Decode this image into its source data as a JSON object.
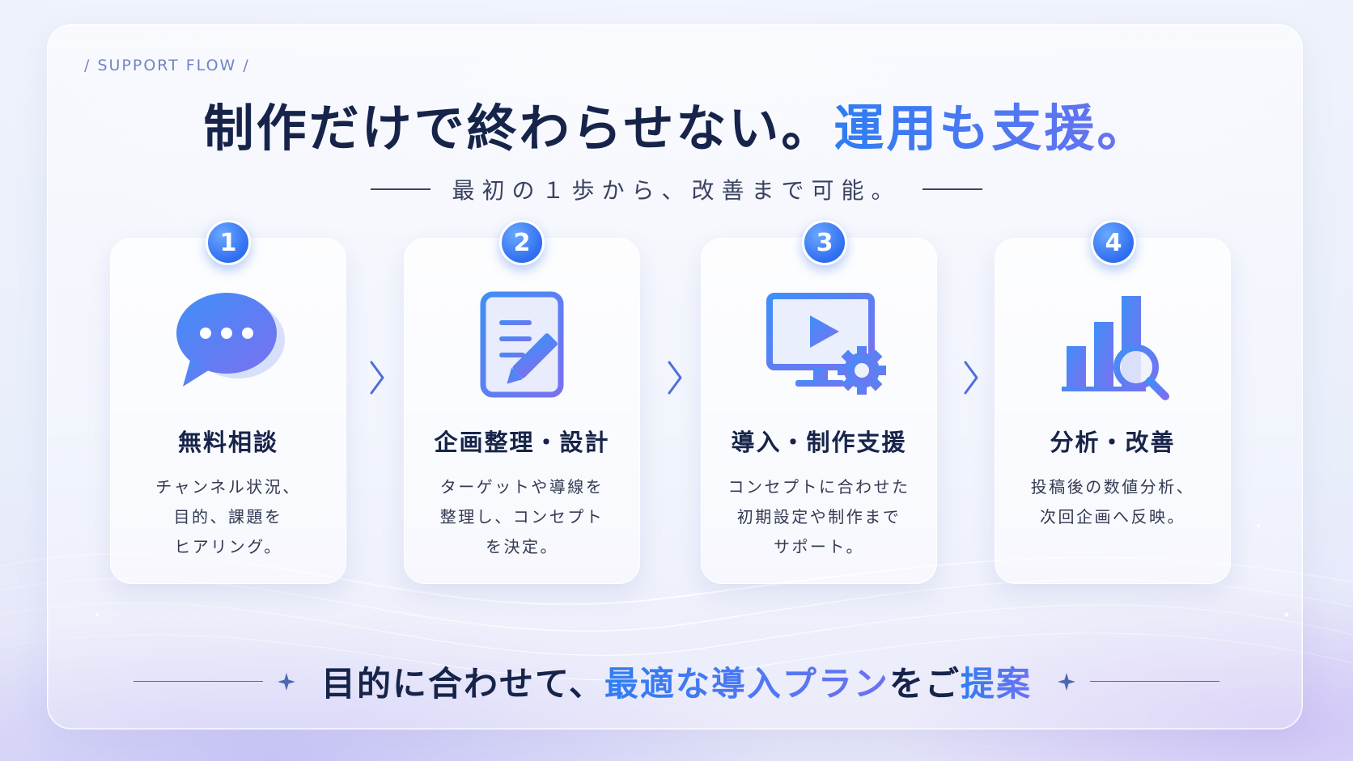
{
  "eyebrow": "/  SUPPORT FLOW  /",
  "headline": {
    "main": "制作だけで終わらせない。",
    "accent": "運用も支援。"
  },
  "subheadline": "最初の１歩から、改善まで可能。",
  "steps": [
    {
      "number": "1",
      "title": "無料相談",
      "icon": "chat-bubble-icon",
      "desc": [
        "チャンネル状況、",
        "目的、課題を",
        "ヒアリング。"
      ]
    },
    {
      "number": "2",
      "title": "企画整理・設計",
      "icon": "document-pencil-icon",
      "desc": [
        "ターゲットや導線を",
        "整理し、コンセプト",
        "を決定。"
      ]
    },
    {
      "number": "3",
      "title": "導入・制作支援",
      "icon": "monitor-play-gear-icon",
      "desc": [
        "コンセプトに合わせた",
        "初期設定や制作まで",
        "サポート。"
      ]
    },
    {
      "number": "4",
      "title": "分析・改善",
      "icon": "chart-magnifier-icon",
      "desc": [
        "投稿後の数値分析、",
        "次回企画へ反映。"
      ]
    }
  ],
  "bottom": {
    "part1": "目的に合わせて、",
    "accent1": "最適な導入プラン",
    "part2": "をご",
    "accent2": "提案"
  },
  "colors": {
    "navy": "#17244a",
    "accent_blue": "#2f7df3",
    "accent_violet": "#6c72f0"
  }
}
